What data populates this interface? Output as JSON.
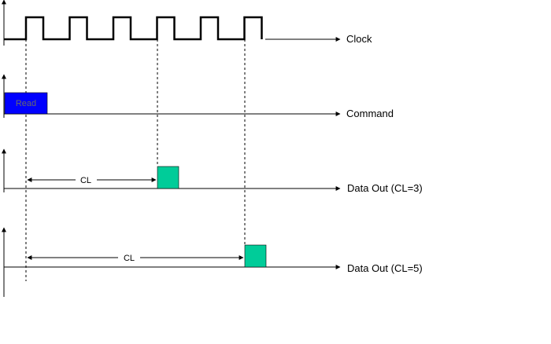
{
  "signals": {
    "clock": "Clock",
    "command": "Command",
    "data_cl3": "Data Out (CL=3)",
    "data_cl5": "Data Out (CL=5)"
  },
  "command_block": {
    "label": "Read",
    "color": "#0000ff"
  },
  "data_block": {
    "color": "#00cc99"
  },
  "latency": {
    "cl3": {
      "label": "CL"
    },
    "cl5": {
      "label": "CL"
    }
  },
  "clock_cycles": 6
}
